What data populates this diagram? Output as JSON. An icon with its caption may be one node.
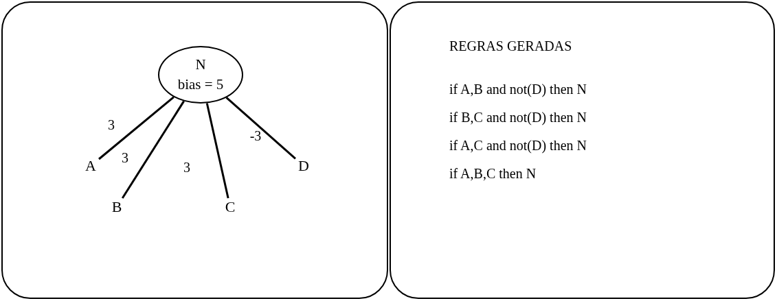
{
  "diagram": {
    "nodes": [
      {
        "text": [],
        "shape": "box"
      },
      {
        "text": [
          "REGRAS GERADAS",
          "if A,B and not(D) then N",
          "if B,C and not(D) then N",
          "if A,C and not(D) then N",
          "if A,B,C then N"
        ]
      },
      {
        "text": [
          "N",
          "bias = 5"
        ],
        "in": 0
      },
      {
        "text": [
          "A"
        ],
        "in": 0
      },
      {
        "text": [
          "B"
        ],
        "in": 0
      },
      {
        "text": [
          "C"
        ],
        "in": 0
      },
      {
        "text": [
          "D"
        ],
        "in": 0
      }
    ],
    "edges": [
      {
        "from": 2,
        "to": 3,
        "arrow": "none",
        "label": "3"
      },
      {
        "from": 2,
        "to": 4,
        "arrow": "none",
        "label": "3"
      },
      {
        "from": 2,
        "to": 5,
        "arrow": "none",
        "label": "3"
      },
      {
        "from": 2,
        "to": 6,
        "arrow": "none",
        "label": "-3"
      }
    ]
  }
}
